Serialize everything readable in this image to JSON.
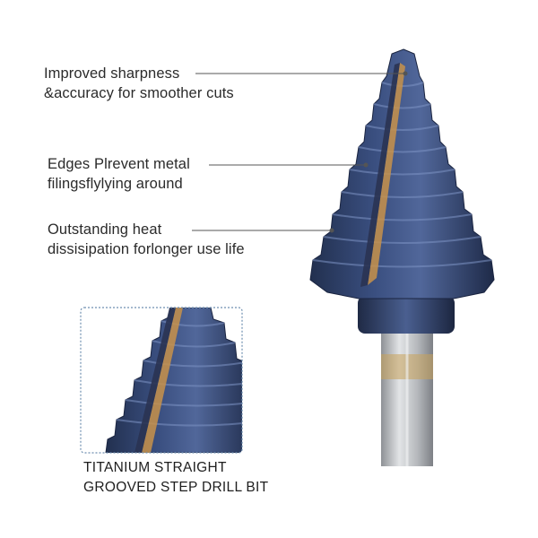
{
  "callouts": [
    {
      "line1": "Improved sharpness",
      "line2": "&accuracy for smoother cuts"
    },
    {
      "line1": "Edges Plrevent metal",
      "line2": "filingsflylying around"
    },
    {
      "line1": "Outstanding heat",
      "line2": "dissisipation forlonger use life"
    }
  ],
  "caption": {
    "line1": "TITANIUM STRAIGHT",
    "line2": "GROOVED STEP DRILL BIT"
  },
  "colors": {
    "coating": "#2c3f6a",
    "highlight": "#c8924a",
    "shank": "#b9bcbf",
    "text": "#2b2b2b",
    "inset_border": "#6f8fb0"
  }
}
